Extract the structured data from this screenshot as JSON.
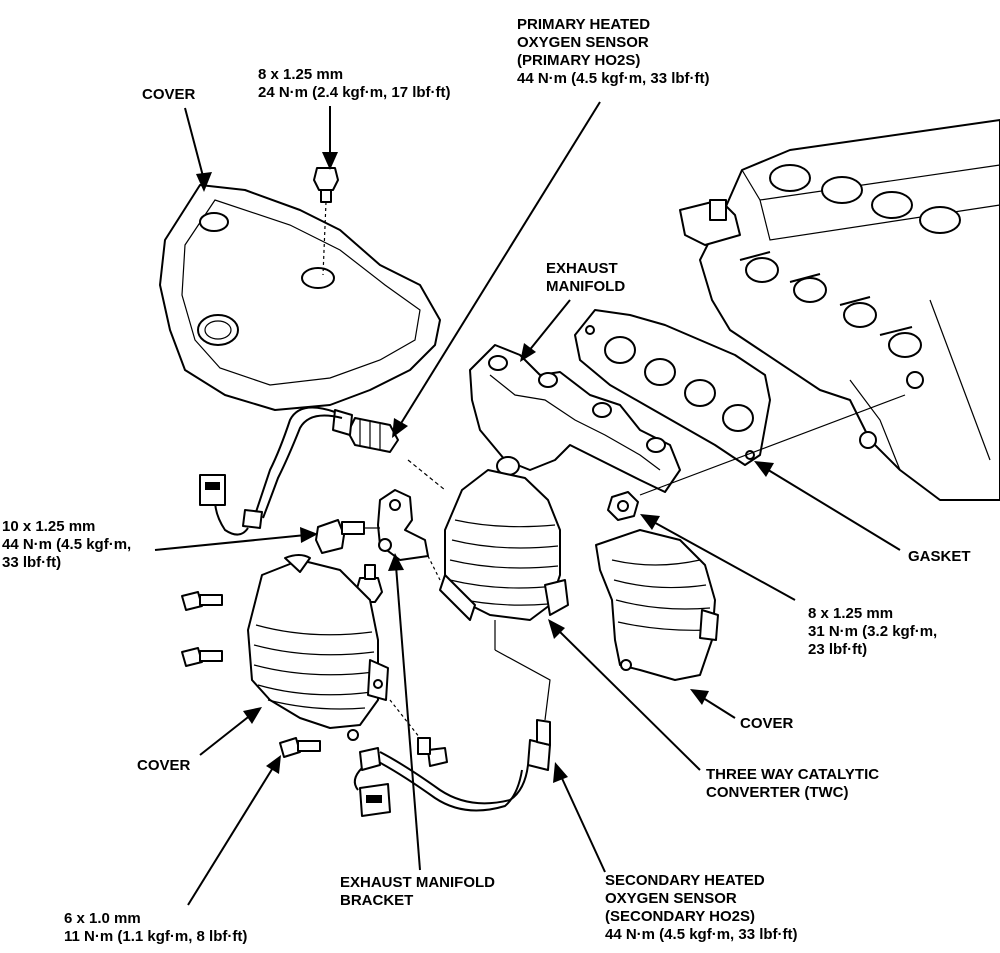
{
  "labels": {
    "cover_top": {
      "lines": [
        "COVER"
      ]
    },
    "bolt_top": {
      "lines": [
        "8 x 1.25 mm",
        "24 N·m (2.4 kgf·m, 17 lbf·ft)"
      ]
    },
    "primary_sensor": {
      "lines": [
        "PRIMARY HEATED",
        "OXYGEN SENSOR",
        "(PRIMARY HO2S)",
        "44 N·m (4.5 kgf·m, 33 lbf·ft)"
      ]
    },
    "exhaust_manifold": {
      "lines": [
        "EXHAUST",
        "MANIFOLD"
      ]
    },
    "bolt_left": {
      "lines": [
        "10 x 1.25 mm",
        "44 N·m (4.5 kgf·m,",
        "33 lbf·ft)"
      ]
    },
    "gasket": {
      "lines": [
        "GASKET"
      ]
    },
    "nut_right": {
      "lines": [
        "8 x 1.25 mm",
        "31 N·m (3.2 kgf·m,",
        "23 lbf·ft)"
      ]
    },
    "cover_right": {
      "lines": [
        "COVER"
      ]
    },
    "cover_left": {
      "lines": [
        "COVER"
      ]
    },
    "twc": {
      "lines": [
        "THREE WAY CATALYTIC",
        "CONVERTER (TWC)"
      ]
    },
    "bracket": {
      "lines": [
        "EXHAUST MANIFOLD",
        "BRACKET"
      ]
    },
    "secondary_sensor": {
      "lines": [
        "SECONDARY HEATED",
        "OXYGEN SENSOR",
        "(SECONDARY HO2S)",
        "44 N·m (4.5 kgf·m, 33 lbf·ft)"
      ]
    },
    "bolt_bottom": {
      "lines": [
        "6 x 1.0 mm",
        "11 N·m (1.1 kgf·m, 8 lbf·ft)"
      ]
    }
  }
}
